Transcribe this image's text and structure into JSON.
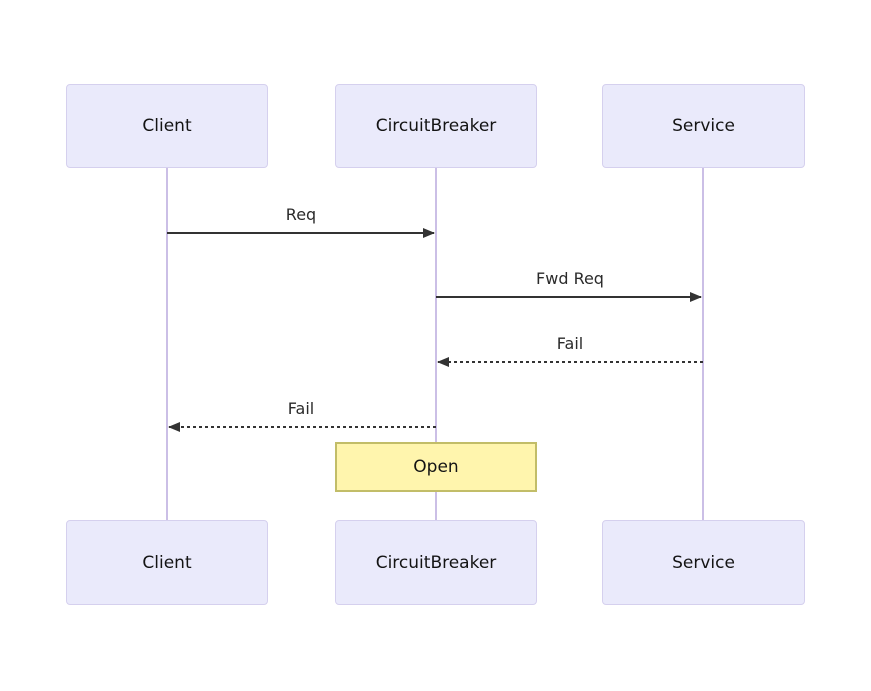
{
  "diagram_type": "sequence",
  "actors": [
    {
      "name": "Client"
    },
    {
      "name": "CircuitBreaker"
    },
    {
      "name": "Service"
    }
  ],
  "messages": [
    {
      "label": "Req",
      "from": "Client",
      "to": "CircuitBreaker",
      "line": "solid"
    },
    {
      "label": "Fwd Req",
      "from": "CircuitBreaker",
      "to": "Service",
      "line": "solid"
    },
    {
      "label": "Fail",
      "from": "Service",
      "to": "CircuitBreaker",
      "line": "dashed"
    },
    {
      "label": "Fail",
      "from": "CircuitBreaker",
      "to": "Client",
      "line": "dashed"
    }
  ],
  "note": {
    "label": "Open",
    "over": "CircuitBreaker"
  },
  "colors": {
    "background": "#ffffff",
    "actor_fill": "#EAEAFB",
    "actor_border": "#D5D0EE",
    "actor_text": "#141414",
    "lifeline": "#CBBFE6",
    "message_line": "#333333",
    "message_text": "#2b2b2b",
    "note_fill": "#FFF5AD",
    "note_border": "#C2BD68",
    "note_text": "#141414"
  }
}
